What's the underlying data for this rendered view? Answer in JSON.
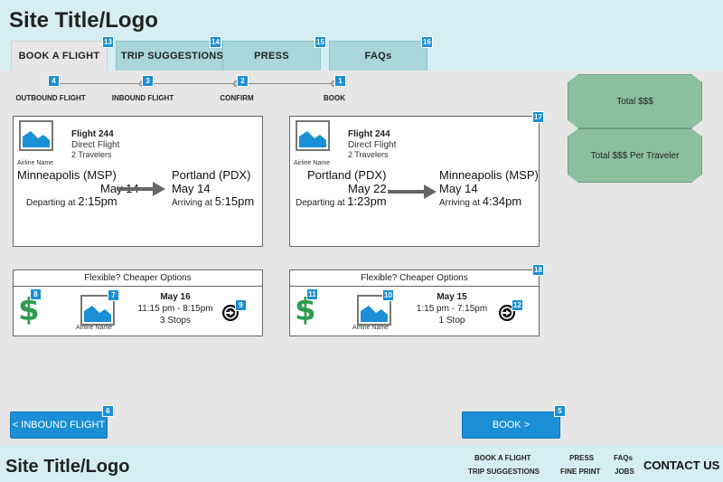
{
  "header": {
    "site_title": "Site Title/Logo",
    "tabs": [
      {
        "label": "BOOK A FLIGHT",
        "badge": "13"
      },
      {
        "label": "TRIP SUGGESTIONS",
        "badge": "14"
      },
      {
        "label": "PRESS",
        "badge": "15"
      },
      {
        "label": "FAQs",
        "badge": "16"
      }
    ]
  },
  "steps": [
    {
      "label": "OUTBOUND FLIGHT",
      "badge": "4"
    },
    {
      "label": "INBOUND FLIGHT",
      "badge": "3"
    },
    {
      "label": "CONFIRM",
      "badge": "2"
    },
    {
      "label": "BOOK",
      "badge": "1"
    }
  ],
  "outbound": {
    "airline_name": "Airline Name",
    "flight": "Flight 244",
    "type": "Direct Flight",
    "travelers": "2 Travelers",
    "from_city": "Minneapolis (MSP)",
    "from_date": "May 14",
    "depart_label": "Departing at",
    "depart_time": "2:15pm",
    "to_city": "Portland (PDX)",
    "to_date": "May 14",
    "arrive_label": "Arriving at",
    "arrive_time": "5:15pm"
  },
  "inbound": {
    "airline_name": "Airline Name",
    "flight": "Flight 244",
    "type": "Direct Flight",
    "travelers": "2 Travelers",
    "from_city": "Portland (PDX)",
    "from_date": "May 22",
    "depart_label": "Departing at",
    "depart_time": "1:23pm",
    "to_city": "Minneapolis (MSP)",
    "to_date": "May 14",
    "arrive_label": "Arriving at",
    "arrive_time": "4:34pm",
    "badge": "17"
  },
  "outbound_options": {
    "header": "Flexible? Cheaper Options",
    "dollar": "$",
    "dollar_badge": "8",
    "image_badge": "7",
    "airline_name": "Airline Name",
    "date": "May 16",
    "times": "11:15 pm - 8:15pm",
    "stops": "3 Stops",
    "go_badge": "9"
  },
  "inbound_options": {
    "header": "Flexible? Cheaper Options",
    "dollar": "$",
    "dollar_badge": "11",
    "image_badge": "10",
    "airline_name": "Airline Name",
    "date": "May 15",
    "times": "1:15 pm - 7:15pm",
    "stops": "1 Stop",
    "go_badge": "12",
    "badge": "18"
  },
  "summary": {
    "total": "Total $$$",
    "total_per_traveler": "Total $$$ Per Traveler"
  },
  "nav": {
    "back_label": "< INBOUND FLIGHT",
    "back_badge": "6",
    "next_label": "BOOK >",
    "next_badge": "5"
  },
  "footer": {
    "site_title": "Site Title/Logo",
    "links": [
      "BOOK A FLIGHT",
      "PRESS",
      "FAQs",
      "TRIP SUGGESTIONS",
      "FINE PRINT",
      "JOBS"
    ],
    "contact": "CONTACT US"
  },
  "colors": {
    "accent": "#1a8fd6",
    "header_bg": "#d4eef1",
    "tab_bg": "#a8d6d9",
    "summary_bg": "#8bbf9f",
    "dollar": "#2e9c4f"
  }
}
